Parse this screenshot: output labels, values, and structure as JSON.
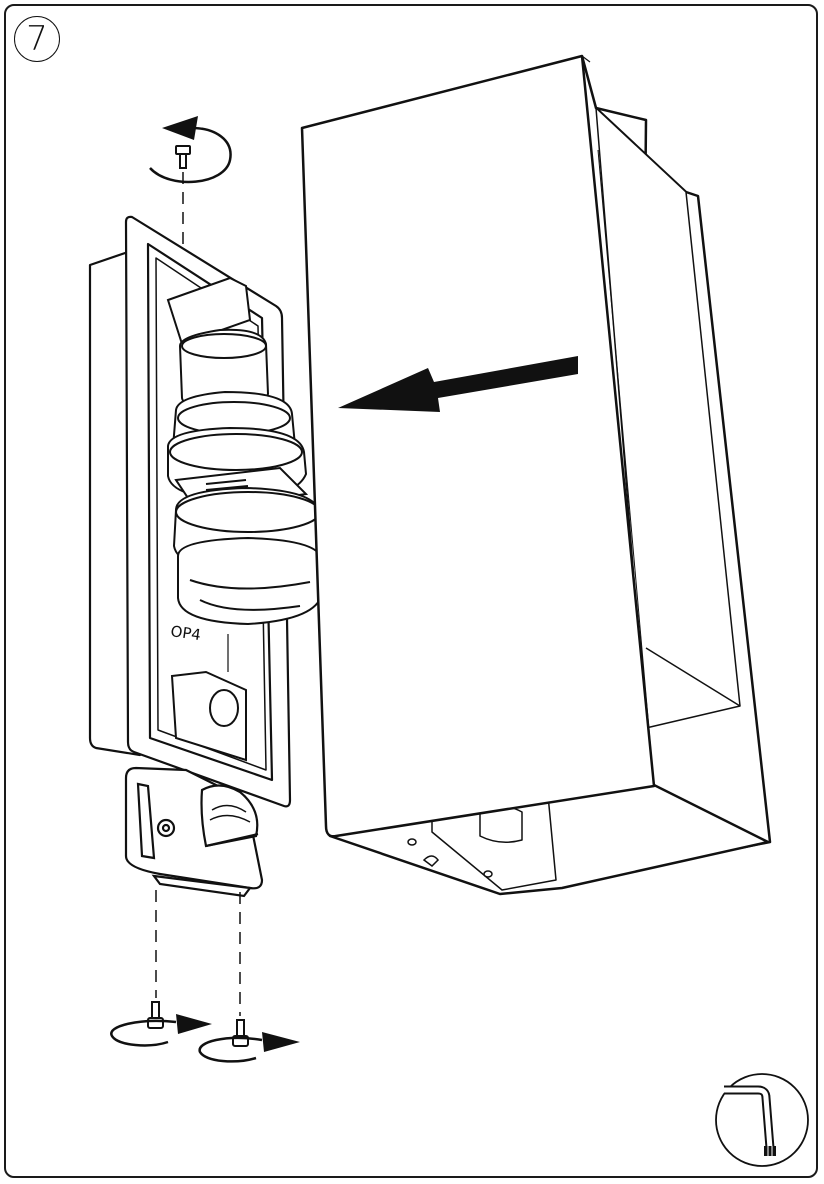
{
  "step": {
    "number": "7"
  },
  "module": {
    "label": "OP4"
  },
  "tool": {
    "icon": "allen-key-icon"
  },
  "arrows": {
    "top_screw": "unscrew-counterclockwise",
    "bottom_screws": "unscrew-clockwise",
    "cover": "slide-left"
  },
  "colors": {
    "line": "#111111",
    "fill": "#ffffff",
    "accent": "#111111"
  }
}
